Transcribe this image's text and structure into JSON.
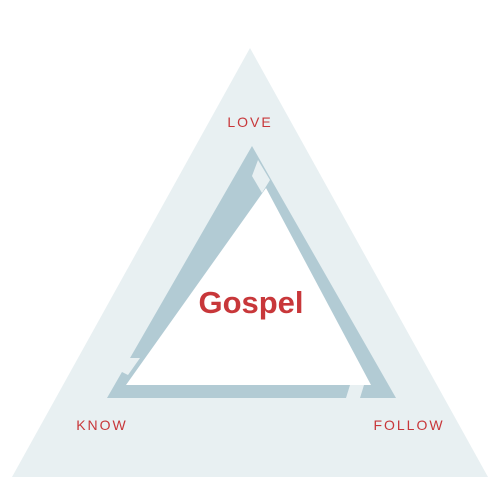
{
  "labels": {
    "top": "LOVE",
    "bottom_left": "KNOW",
    "bottom_right": "FOLLOW",
    "center": "Gospel"
  },
  "colors": {
    "outer_triangle": "#e8f0f2",
    "inner_band": "#b2cbd4",
    "inner_fill": "#ffffff",
    "text_accent": "#c8373a"
  }
}
